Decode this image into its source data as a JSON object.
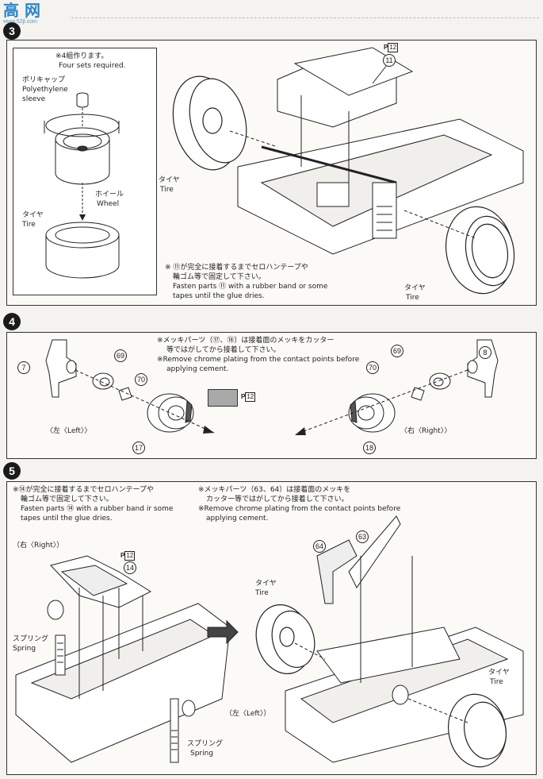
{
  "watermark": {
    "text": "高 网",
    "url": "www.52jl.com"
  },
  "step4": {
    "number": "4"
  },
  "step5": {
    "number": "5"
  },
  "step3": {
    "inset_note_jp": "※4組作ります。",
    "inset_note_en": "Four sets required.",
    "polycap_jp": "ポリキャップ",
    "polycap_en1": "Polyethylene",
    "polycap_en2": "sleeve",
    "wheel_jp": "ホイール",
    "wheel_en": "Wheel",
    "tire_jp": "タイヤ",
    "tire_en": "Tire",
    "tire2_jp": "タイヤ",
    "tire2_en": "Tire",
    "tire3_jp": "タイヤ",
    "tire3_en": "Tire",
    "part11": "11",
    "paint_ref": "P",
    "paint_num": "12",
    "note_jp1": "※ ⑪が完全に接着するまでセロハンテープや",
    "note_jp2": "輪ゴム等で固定して下さい。",
    "note_en1": "Fasten parts ⑪ with a rubber band or some",
    "note_en2": "tapes until the glue dries."
  },
  "step4_content": {
    "note_jp1": "※メッキパーツ（⑰、⑱）は接着面のメッキをカッター",
    "note_jp2": "等ではがしてから接着して下さい。",
    "note_en1": "※Remove chrome plating from the contact points before",
    "note_en2": "applying cement.",
    "part7": "7",
    "part69a": "69",
    "part70a": "70",
    "part17": "17",
    "part69b": "69",
    "part70b": "70",
    "part8": "8",
    "part18": "18",
    "left_label": "〈左〈Left〉〉",
    "right_label": "〈右〈Right〉〉",
    "paint_ref": "P",
    "paint_num": "12",
    "swatch_color": "#a9a9a9"
  },
  "step5_content": {
    "note_a_jp1": "※⑭が完全に接着するまでセロハンテープや",
    "note_a_jp2": "輪ゴム等で固定して下さい。",
    "note_a_en1": "Fasten parts ⑭ with a rubber band ir some",
    "note_a_en2": "tapes until the glue dries.",
    "note_b_jp1": "※メッキパーツ（63、64）は接着面のメッキを",
    "note_b_jp2": "カッター等ではがしてから接着して下さい。",
    "note_b_en1": "※Remove chrome plating from the contact points before",
    "note_b_en2": "applying cement.",
    "right_label": "（右〈Right〉）",
    "left_label": "（左〈Left〉）",
    "spring_jp": "スプリング",
    "spring_en": "Spring",
    "spring2_jp": "スプリング",
    "spring2_en": "Spring",
    "part14": "14",
    "part63": "63",
    "part64": "64",
    "paint_ref": "P",
    "paint_num": "12",
    "tire_jp": "タイヤ",
    "tire_en": "Tire",
    "tire2_jp": "タイヤ",
    "tire2_en": "Tire"
  }
}
